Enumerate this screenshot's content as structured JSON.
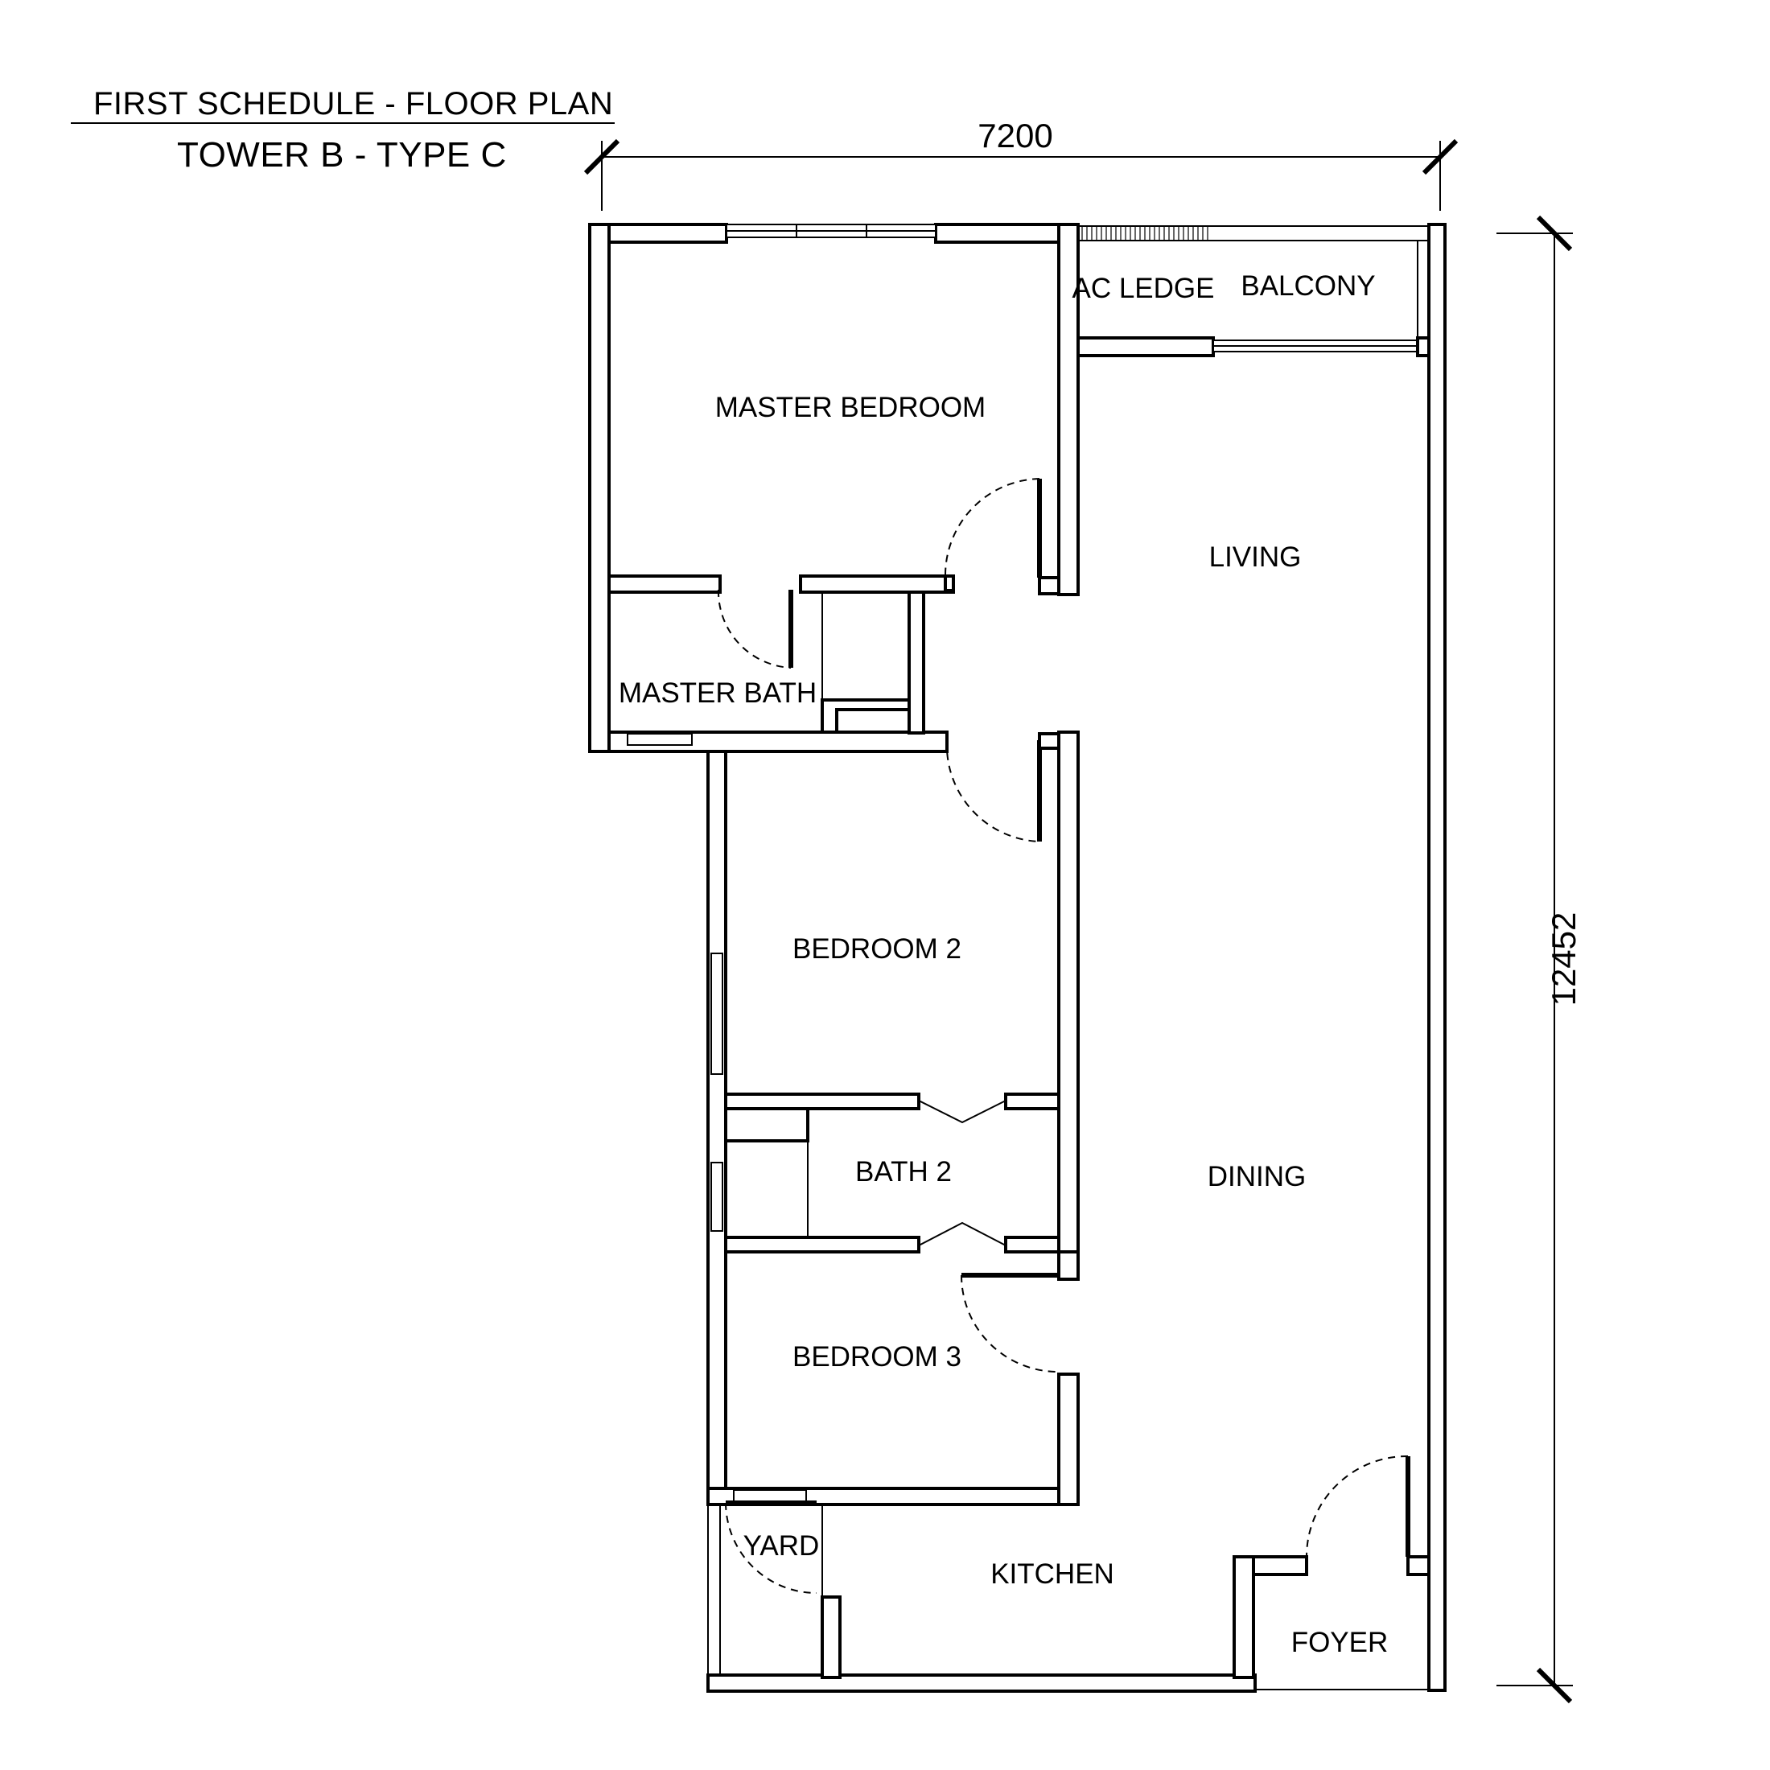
{
  "header": {
    "schedule": "FIRST SCHEDULE - FLOOR PLAN",
    "unit": "TOWER B - TYPE C"
  },
  "dimensions": {
    "width": "7200",
    "height": "12452"
  },
  "rooms": {
    "master_bedroom": "MASTER BEDROOM",
    "master_bath": "MASTER BATH",
    "ac_ledge": "AC LEDGE",
    "balcony": "BALCONY",
    "living": "LIVING",
    "bedroom_2": "BEDROOM 2",
    "bath_2": "BATH 2",
    "dining": "DINING",
    "bedroom_3": "BEDROOM 3",
    "yard": "YARD",
    "kitchen": "KITCHEN",
    "foyer": "FOYER"
  }
}
